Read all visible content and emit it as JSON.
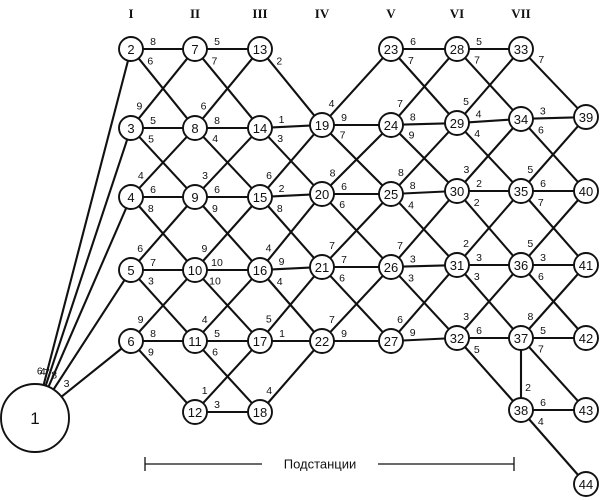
{
  "stages": [
    "I",
    "II",
    "III",
    "IV",
    "V",
    "VI",
    "VII"
  ],
  "caption": "Подстанции",
  "nodes": [
    "1",
    "2",
    "3",
    "4",
    "5",
    "6",
    "7",
    "8",
    "9",
    "10",
    "11",
    "12",
    "13",
    "14",
    "15",
    "16",
    "17",
    "18",
    "19",
    "20",
    "21",
    "22",
    "23",
    "24",
    "25",
    "26",
    "27",
    "28",
    "29",
    "30",
    "31",
    "32",
    "33",
    "34",
    "35",
    "36",
    "37",
    "38",
    "39",
    "40",
    "41",
    "42",
    "43",
    "44"
  ],
  "edges": [
    {
      "from": "1",
      "to": "2",
      "w": "6"
    },
    {
      "from": "1",
      "to": "3",
      "w": "4"
    },
    {
      "from": "1",
      "to": "4",
      "w": "7"
    },
    {
      "from": "1",
      "to": "5",
      "w": "8"
    },
    {
      "from": "1",
      "to": "6",
      "w": "3"
    },
    {
      "from": "2",
      "to": "7",
      "w": "8"
    },
    {
      "from": "2",
      "to": "8",
      "w": "6"
    },
    {
      "from": "3",
      "to": "7",
      "w": "9"
    },
    {
      "from": "3",
      "to": "8",
      "w": "5"
    },
    {
      "from": "3",
      "to": "9",
      "w": "5"
    },
    {
      "from": "4",
      "to": "8",
      "w": "4"
    },
    {
      "from": "4",
      "to": "9",
      "w": "6"
    },
    {
      "from": "4",
      "to": "10",
      "w": "8"
    },
    {
      "from": "5",
      "to": "9",
      "w": "6"
    },
    {
      "from": "5",
      "to": "10",
      "w": "7"
    },
    {
      "from": "5",
      "to": "11",
      "w": "3"
    },
    {
      "from": "6",
      "to": "10",
      "w": "9"
    },
    {
      "from": "6",
      "to": "11",
      "w": "8"
    },
    {
      "from": "6",
      "to": "12",
      "w": "9"
    },
    {
      "from": "7",
      "to": "13",
      "w": "5"
    },
    {
      "from": "7",
      "to": "14",
      "w": "7"
    },
    {
      "from": "8",
      "to": "13",
      "w": "6"
    },
    {
      "from": "8",
      "to": "14",
      "w": "8"
    },
    {
      "from": "8",
      "to": "15",
      "w": "4"
    },
    {
      "from": "9",
      "to": "14",
      "w": "3"
    },
    {
      "from": "9",
      "to": "15",
      "w": "6"
    },
    {
      "from": "9",
      "to": "16",
      "w": "9"
    },
    {
      "from": "10",
      "to": "15",
      "w": "9"
    },
    {
      "from": "10",
      "to": "16",
      "w": "10"
    },
    {
      "from": "10",
      "to": "17",
      "w": "10"
    },
    {
      "from": "11",
      "to": "16",
      "w": "4"
    },
    {
      "from": "11",
      "to": "17",
      "w": "5"
    },
    {
      "from": "11",
      "to": "18",
      "w": "6"
    },
    {
      "from": "12",
      "to": "17",
      "w": "1"
    },
    {
      "from": "12",
      "to": "18",
      "w": "3"
    },
    {
      "from": "13",
      "to": "19",
      "w": "2"
    },
    {
      "from": "14",
      "to": "19",
      "w": "1"
    },
    {
      "from": "14",
      "to": "20",
      "w": "3"
    },
    {
      "from": "15",
      "to": "19",
      "w": "6"
    },
    {
      "from": "15",
      "to": "20",
      "w": "2"
    },
    {
      "from": "15",
      "to": "21",
      "w": "8"
    },
    {
      "from": "16",
      "to": "20",
      "w": "4"
    },
    {
      "from": "16",
      "to": "21",
      "w": "9"
    },
    {
      "from": "16",
      "to": "22",
      "w": "4"
    },
    {
      "from": "17",
      "to": "21",
      "w": "5"
    },
    {
      "from": "17",
      "to": "22",
      "w": "1"
    },
    {
      "from": "18",
      "to": "22",
      "w": "4"
    },
    {
      "from": "19",
      "to": "23",
      "w": "4"
    },
    {
      "from": "19",
      "to": "24",
      "w": "9"
    },
    {
      "from": "19",
      "to": "25",
      "w": "7"
    },
    {
      "from": "20",
      "to": "24",
      "w": "8"
    },
    {
      "from": "20",
      "to": "25",
      "w": "6"
    },
    {
      "from": "20",
      "to": "26",
      "w": "6"
    },
    {
      "from": "21",
      "to": "25",
      "w": "7"
    },
    {
      "from": "21",
      "to": "26",
      "w": "7"
    },
    {
      "from": "21",
      "to": "27",
      "w": "6"
    },
    {
      "from": "22",
      "to": "26",
      "w": "7"
    },
    {
      "from": "22",
      "to": "27",
      "w": "9"
    },
    {
      "from": "23",
      "to": "28",
      "w": "6"
    },
    {
      "from": "23",
      "to": "29",
      "w": "7"
    },
    {
      "from": "24",
      "to": "28",
      "w": "7"
    },
    {
      "from": "24",
      "to": "29",
      "w": "8"
    },
    {
      "from": "24",
      "to": "30",
      "w": "9"
    },
    {
      "from": "25",
      "to": "29",
      "w": "8"
    },
    {
      "from": "25",
      "to": "30",
      "w": "8"
    },
    {
      "from": "25",
      "to": "31",
      "w": "4"
    },
    {
      "from": "26",
      "to": "30",
      "w": "7"
    },
    {
      "from": "26",
      "to": "31",
      "w": "3"
    },
    {
      "from": "26",
      "to": "32",
      "w": "3"
    },
    {
      "from": "27",
      "to": "31",
      "w": "6"
    },
    {
      "from": "27",
      "to": "32",
      "w": "9"
    },
    {
      "from": "28",
      "to": "33",
      "w": "5"
    },
    {
      "from": "28",
      "to": "34",
      "w": "7"
    },
    {
      "from": "29",
      "to": "33",
      "w": "5"
    },
    {
      "from": "29",
      "to": "34",
      "w": "4"
    },
    {
      "from": "29",
      "to": "35",
      "w": "4"
    },
    {
      "from": "30",
      "to": "34",
      "w": "3"
    },
    {
      "from": "30",
      "to": "35",
      "w": "2"
    },
    {
      "from": "30",
      "to": "36",
      "w": "2"
    },
    {
      "from": "31",
      "to": "35",
      "w": "2"
    },
    {
      "from": "31",
      "to": "36",
      "w": "3"
    },
    {
      "from": "31",
      "to": "37",
      "w": "3"
    },
    {
      "from": "32",
      "to": "36",
      "w": "3"
    },
    {
      "from": "32",
      "to": "37",
      "w": "6"
    },
    {
      "from": "32",
      "to": "38",
      "w": "5"
    },
    {
      "from": "33",
      "to": "39",
      "w": "7"
    },
    {
      "from": "34",
      "to": "39",
      "w": "3"
    },
    {
      "from": "34",
      "to": "40",
      "w": "6"
    },
    {
      "from": "35",
      "to": "39",
      "w": "5"
    },
    {
      "from": "35",
      "to": "40",
      "w": "6"
    },
    {
      "from": "35",
      "to": "41",
      "w": "7"
    },
    {
      "from": "36",
      "to": "40",
      "w": "5"
    },
    {
      "from": "36",
      "to": "41",
      "w": "3"
    },
    {
      "from": "36",
      "to": "42",
      "w": "6"
    },
    {
      "from": "37",
      "to": "41",
      "w": "8"
    },
    {
      "from": "37",
      "to": "42",
      "w": "5"
    },
    {
      "from": "37",
      "to": "43",
      "w": "7"
    },
    {
      "from": "38",
      "to": "37",
      "w": "2"
    },
    {
      "from": "38",
      "to": "43",
      "w": "6"
    },
    {
      "from": "38",
      "to": "44",
      "w": "4"
    }
  ]
}
